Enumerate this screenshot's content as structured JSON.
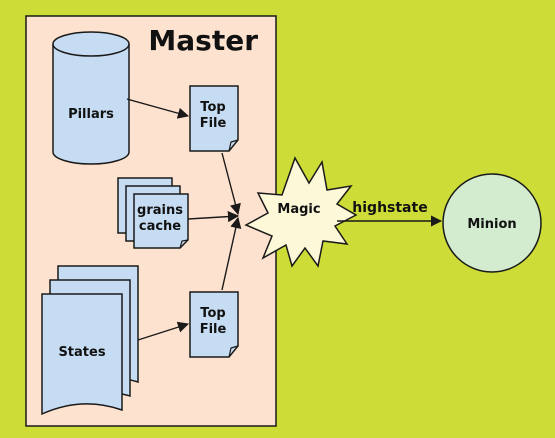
{
  "master": {
    "title": "Master"
  },
  "nodes": {
    "pillars": "Pillars",
    "grains_cache": [
      "grains",
      "cache"
    ],
    "states": "States",
    "top_file_1": [
      "Top",
      "File"
    ],
    "top_file_2": [
      "Top",
      "File"
    ],
    "magic": "Magic",
    "minion": "Minion"
  },
  "edges": {
    "highstate": "highstate"
  },
  "colors": {
    "background": "#cddc37",
    "master_fill": "#fde3cf",
    "node_fill": "#c6dcf2",
    "magic_fill": "#fdf8d8",
    "minion_fill": "#d3ecd0",
    "stroke": "#1a1a1a"
  },
  "icons": {
    "pillars": "database-cylinder-icon",
    "top_file": "document-icon",
    "grains_cache": "document-stack-icon",
    "states": "multi-document-icon",
    "magic": "starburst-icon",
    "minion": "circle-icon"
  }
}
